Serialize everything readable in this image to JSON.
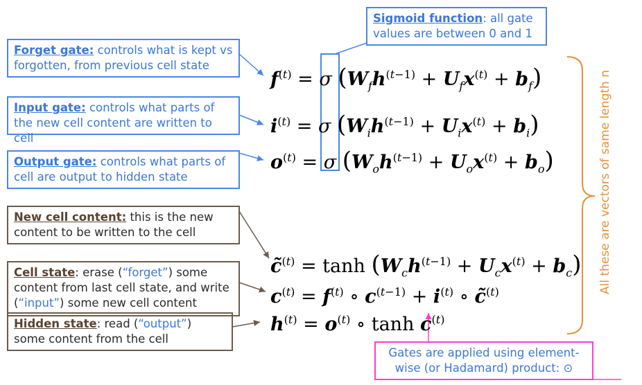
{
  "annotations": {
    "forget": {
      "title": "Forget gate:",
      "text": " controls what is kept vs forgotten, from previous cell state"
    },
    "input": {
      "title": "Input gate:",
      "text": " controls what parts of the new cell content are written to cell"
    },
    "output": {
      "title": "Output gate:",
      "text": " controls what parts of cell are output to hidden state"
    },
    "sigmoid": {
      "title": "Sigmoid function",
      "text": ": all gate values are between 0 and 1"
    },
    "newcell": {
      "title": "New cell content:",
      "text": " this is the new content to be written to the cell"
    },
    "cellstate": {
      "title": "Cell state",
      "t1": ": erase (",
      "q1": "“forget”",
      "t2": ") some content from last cell state, and write (",
      "q2": "“input”",
      "t3": ") some new cell content"
    },
    "hidden": {
      "title": "Hidden state",
      "t1": ": read (",
      "q1": "“output”",
      "t2": ") some content from the cell"
    },
    "hadamard": {
      "text": "Gates are applied using element-wise (or Hadamard) product: ⊙"
    }
  },
  "side_label": "All these are vectors of same length n",
  "colors": {
    "blue": "#4a86e8",
    "brown": "#6d5a4a",
    "pink": "#ff3ccf",
    "orange": "#e69138"
  }
}
